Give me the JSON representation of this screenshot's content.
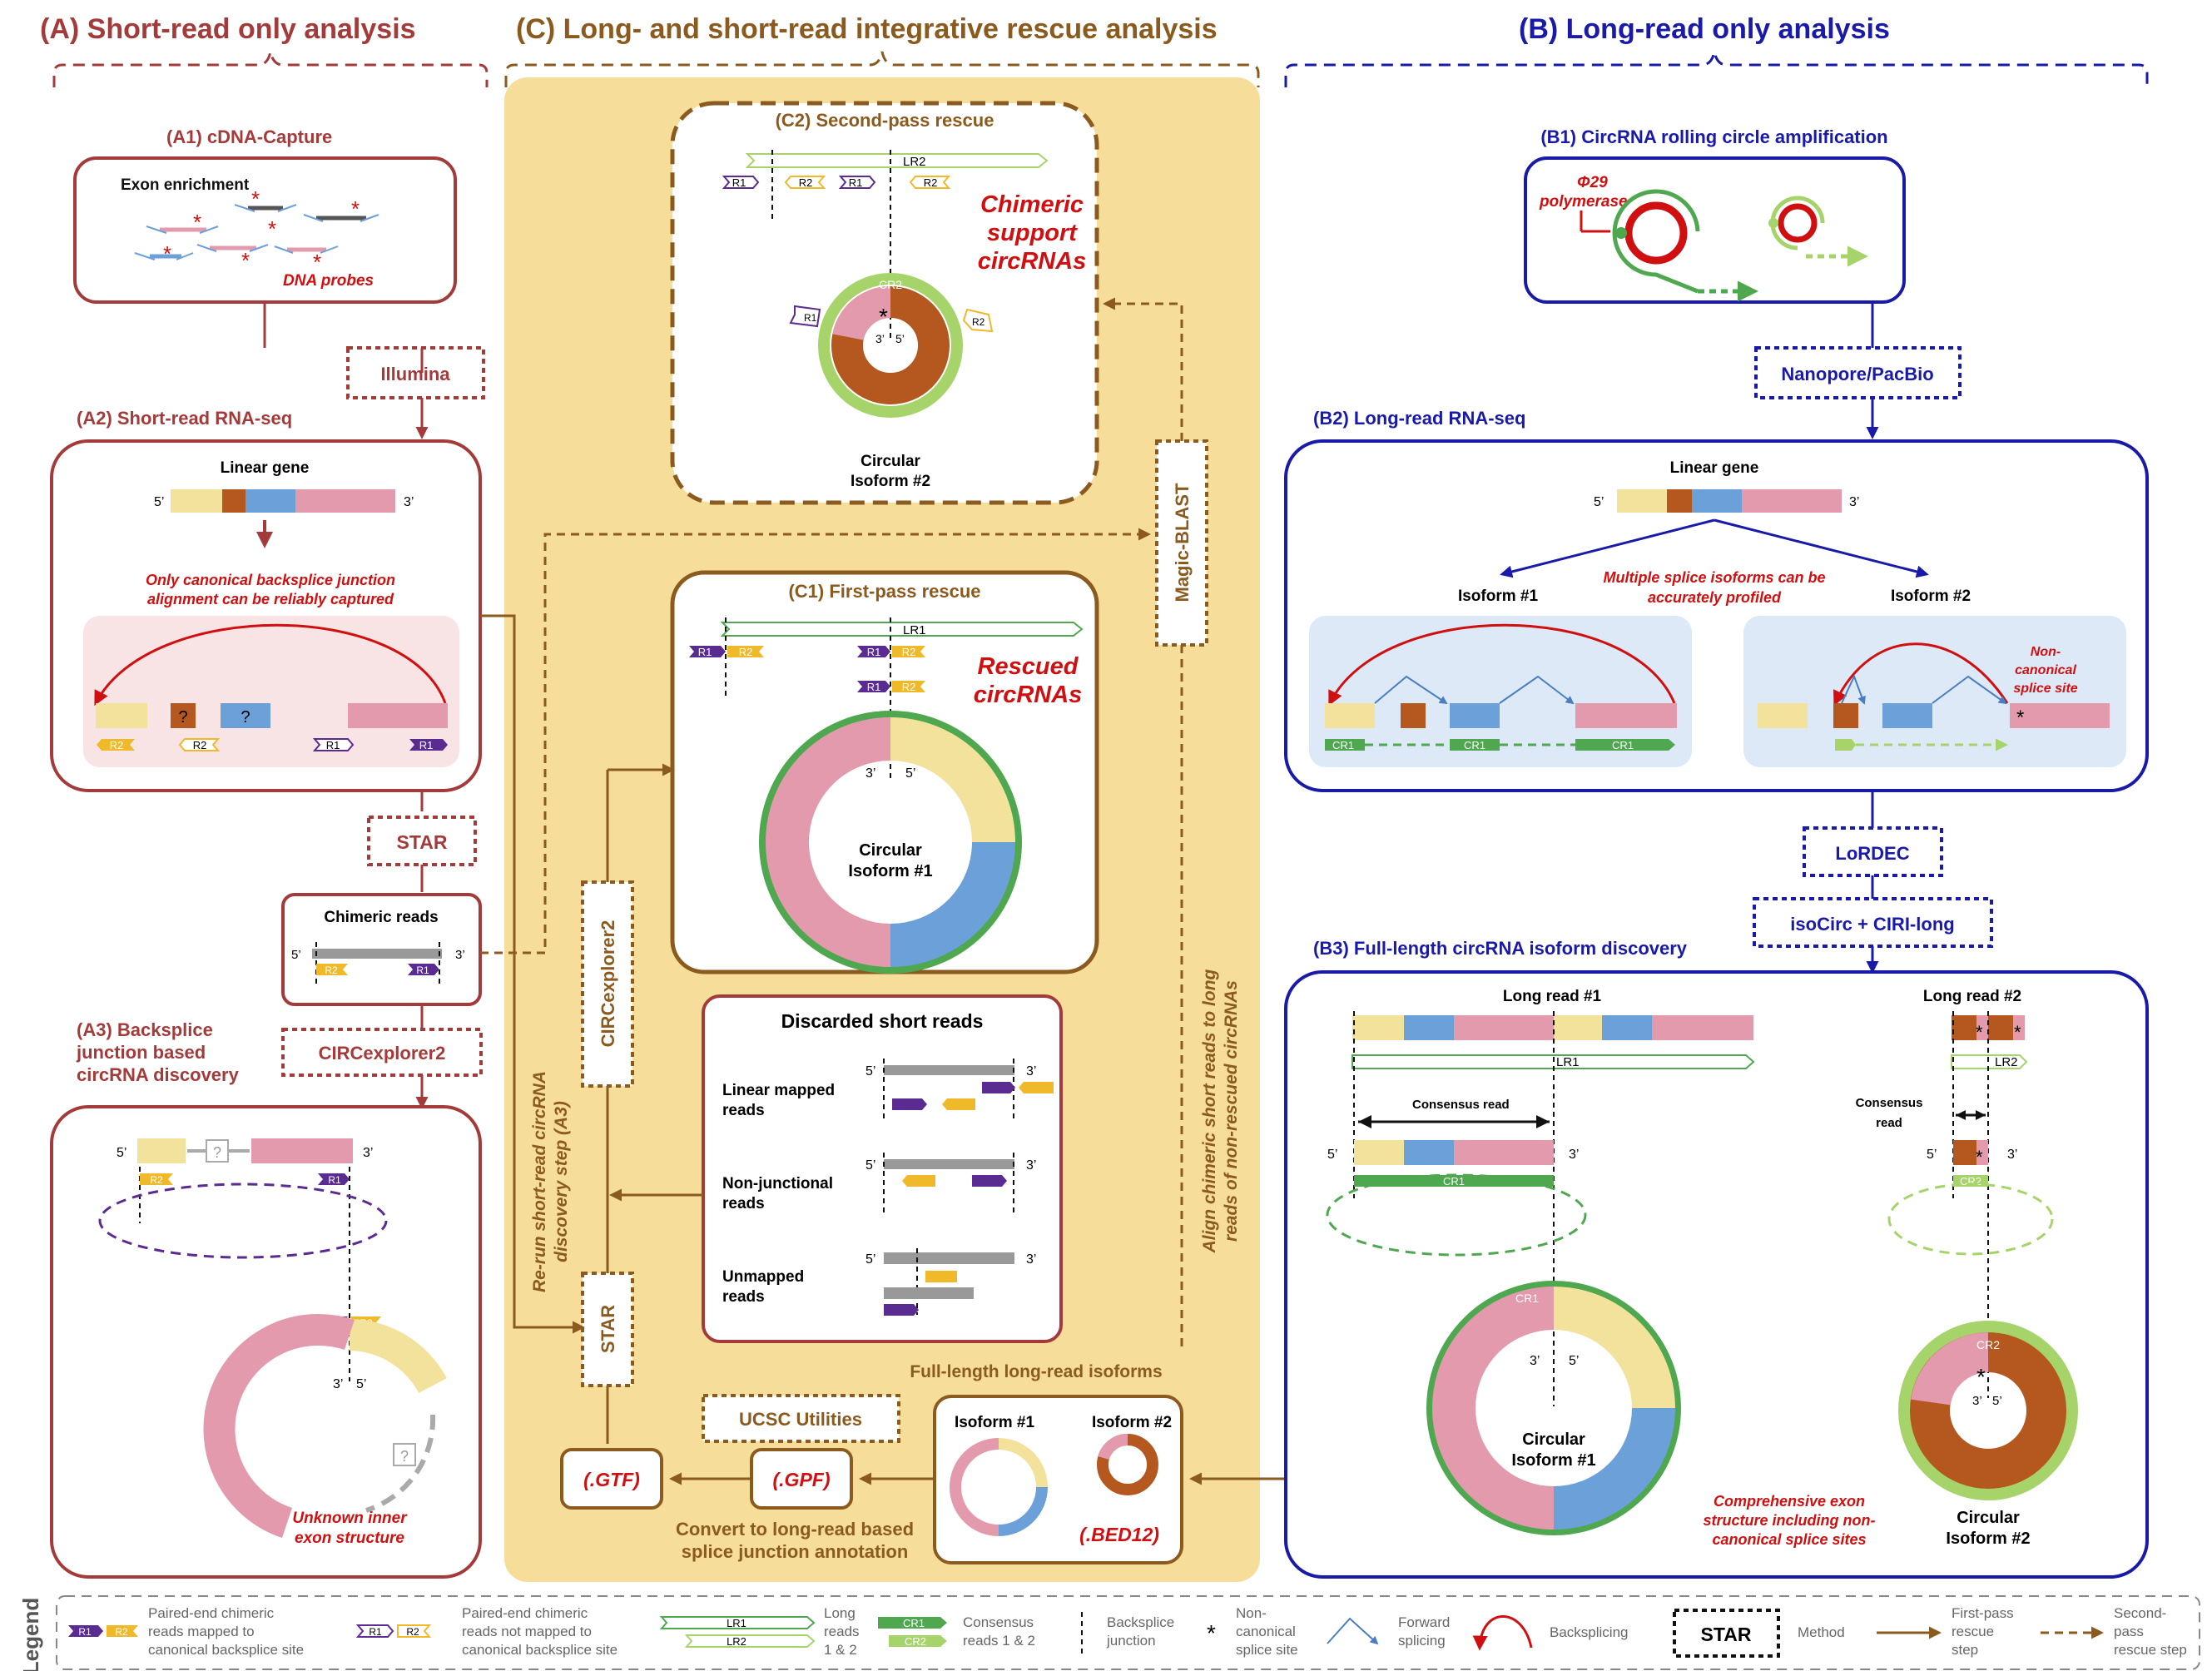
{
  "colors": {
    "a_red": "#A33B3B",
    "b_blue": "#1A1AA8",
    "c_brown": "#8B5A1E",
    "c_bg": "#F6DE9A",
    "red_text": "#D01010",
    "cream": "#F2E29C",
    "rust": "#B5581F",
    "steel": "#6CA0D8",
    "pink": "#E39AAD",
    "green_dark": "#4FA84F",
    "green_light": "#A6D46A",
    "purple": "#5A2C91",
    "gold": "#F0B92A"
  },
  "sections": {
    "a_title": "(A) Short-read only analysis",
    "b_title": "(B) Long-read only analysis",
    "c_title": "(C) Long- and short-read integrative rescue analysis"
  },
  "a1": {
    "title": "(A1) cDNA-Capture",
    "exon_enrichment": "Exon enrichment",
    "dna_probes": "DNA probes"
  },
  "a_methods": {
    "illumina": "Illumina",
    "star": "STAR",
    "circexplorer2": "CIRCexplorer2"
  },
  "a2": {
    "title": "(A2) Short-read RNA-seq",
    "linear_gene": "Linear gene",
    "note_line1": "Only canonical backsplice junction",
    "note_line2": "alignment can be reliably captured"
  },
  "chimeric": {
    "title": "Chimeric reads"
  },
  "a3": {
    "title_line1": "(A3) Backsplice",
    "title_line2": "junction based",
    "title_line3": "circRNA discovery",
    "unknown_line1": "Unknown inner",
    "unknown_line2": "exon structure"
  },
  "b1": {
    "title": "(B1) CircRNA rolling circle amplification",
    "phi29": "Φ29",
    "polymerase": "polymerase"
  },
  "b_methods": {
    "nanopore": "Nanopore/PacBio",
    "lordec": "LoRDEC",
    "isocirc": "isoCirc + CIRI-long"
  },
  "b2": {
    "title": "(B2) Long-read RNA-seq",
    "linear_gene": "Linear gene",
    "isoform1": "Isoform #1",
    "isoform2": "Isoform #2",
    "note_line1": "Multiple splice isoforms can be",
    "note_line2": "accurately profiled",
    "noncanon_line1": "Non-",
    "noncanon_line2": "canonical",
    "noncanon_line3": "splice site"
  },
  "b3": {
    "title": "(B3) Full-length circRNA isoform discovery",
    "long_read1": "Long read #1",
    "long_read2": "Long read #2",
    "consensus_read": "Consensus read",
    "consensus": "Consensus",
    "read": "read",
    "circular": "Circular",
    "isoform1": "Isoform #1",
    "isoform2": "Isoform #2",
    "comp_line1": "Comprehensive exon",
    "comp_line2": "structure including non-",
    "comp_line3": "canonical splice sites"
  },
  "c2": {
    "title": "(C2) Second-pass rescue",
    "chimeric_line1": "Chimeric",
    "chimeric_line2": "support",
    "chimeric_line3": "circRNAs",
    "circular": "Circular",
    "isoform": "Isoform #2"
  },
  "c1": {
    "title": "(C1) First-pass rescue",
    "rescued_line1": "Rescued",
    "rescued_line2": "circRNAs",
    "circular": "Circular",
    "isoform": "Isoform #1"
  },
  "discarded": {
    "title": "Discarded short reads",
    "linear_line1": "Linear mapped",
    "linear_line2": "reads",
    "nonjunc_line1": "Non-junctional",
    "nonjunc_line2": "reads",
    "unmapped_line1": "Unmapped",
    "unmapped_line2": "reads"
  },
  "c_methods": {
    "magic_blast": "Magic-BLAST",
    "circexplorer2": "CIRCexplorer2",
    "star": "STAR",
    "ucsc": "UCSC Utilities"
  },
  "c_text": {
    "rerun_line1": "Re-run short-read circRNA",
    "rerun_line2": "discovery step (A3)",
    "align_line1": "Align chimeric short reads to long",
    "align_line2": "reads of non-rescued circRNAs",
    "full_length": "Full-length long-read isoforms",
    "convert_line1": "Convert to long-read based",
    "convert_line2": "splice junction annotation",
    "gtf": "(.GTF)",
    "gpf": "(.GPF)",
    "bed12": "(.BED12)",
    "iso1": "Isoform #1",
    "iso2": "Isoform #2"
  },
  "labels": {
    "r1": "R1",
    "r2": "R2",
    "lr1": "LR1",
    "lr2": "LR2",
    "cr1": "CR1",
    "cr2": "CR2",
    "five": "5’",
    "three": "3’",
    "q": "?",
    "star": "*"
  },
  "legend": {
    "title": "Legend",
    "paired_mapped_1": "Paired-end chimeric",
    "paired_mapped_2": "reads mapped to",
    "paired_mapped_3": "canonical backsplice site",
    "paired_unmapped_1": "Paired-end chimeric",
    "paired_unmapped_2": "reads not mapped to",
    "paired_unmapped_3": "canonical backsplice site",
    "long_1": "Long",
    "long_2": "reads",
    "long_3": "1 & 2",
    "cons_1": "Consensus",
    "cons_2": "reads 1 & 2",
    "bsj_1": "Backsplice",
    "bsj_2": "junction",
    "nc_1": "Non-",
    "nc_2": "canonical",
    "nc_3": "splice site",
    "fwd_1": "Forward",
    "fwd_2": "splicing",
    "backsplicing": "Backsplicing",
    "star_box": "STAR",
    "method": "Method",
    "first_1": "First-pass",
    "first_2": "rescue",
    "first_3": "step",
    "second_1": "Second-",
    "second_2": "pass",
    "second_3": "rescue step"
  }
}
